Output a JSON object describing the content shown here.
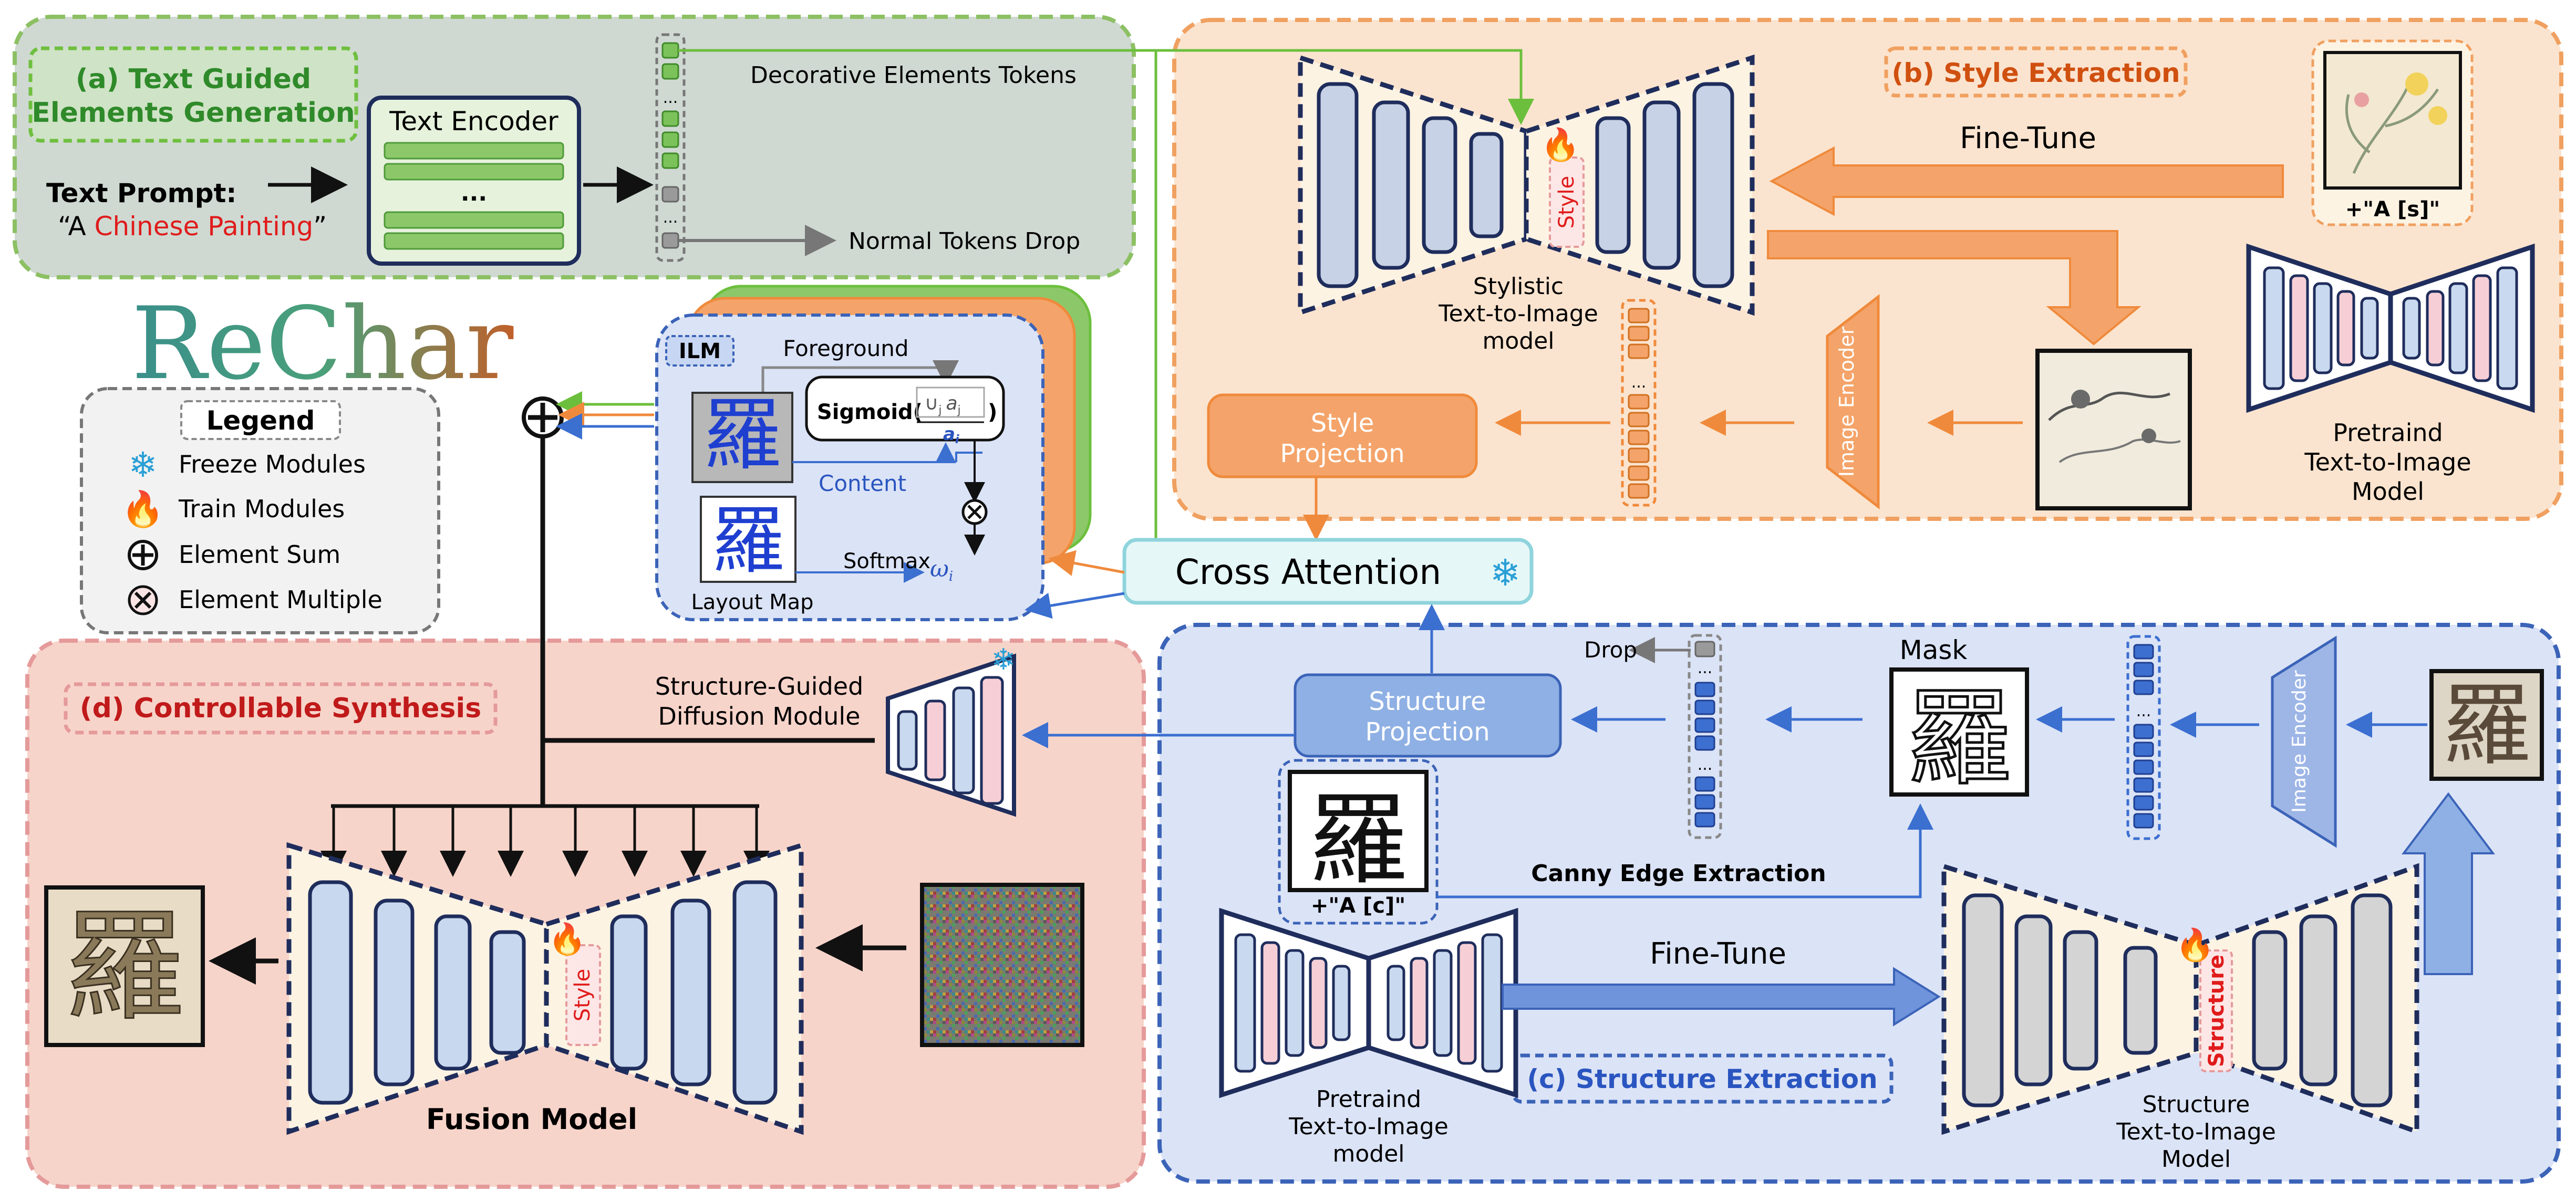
{
  "logo": {
    "text": "ReChar"
  },
  "panel_a": {
    "title_line1": "(a) Text Guided",
    "title_line2": "Elements Generation",
    "text_encoder": "Text Encoder",
    "ellipsis": "...",
    "prompt_label": "Text Prompt:",
    "prompt_open": "“A ",
    "prompt_highlight": "Chinese Painting",
    "prompt_close": "”",
    "decorative_tokens": "Decorative Elements Tokens",
    "normal_drop": "Normal Tokens Drop"
  },
  "panel_b": {
    "title": "(b) Style Extraction",
    "fine_tune": "Fine-Tune",
    "style_token_prompt": "+\"A [s]\"",
    "stylistic_model": [
      "Stylistic",
      "Text-to-Image",
      "model"
    ],
    "style_tag": "Style",
    "image_encoder": "Image Encoder",
    "style_projection": [
      "Style",
      "Projection"
    ],
    "pretrained_model": [
      "Pretraind",
      "Text-to-Image",
      "Model"
    ]
  },
  "cross_attention": "Cross Attention",
  "ilm": {
    "tag": "ILM",
    "foreground": "Foreground",
    "sigmoid": "Sigmoid(",
    "sigmoid_close": ")",
    "union": "∪",
    "union_sub": "j",
    "union_var": "a",
    "union_var_sub": "j",
    "ai": "a",
    "ai_sub": "i",
    "content": "Content",
    "softmax": "Softmax",
    "omega": "ω",
    "omega_sub": "i",
    "layout_map": "Layout Map",
    "char": "羅"
  },
  "legend": {
    "title": "Legend",
    "items": [
      "Freeze Modules",
      "Train Modules",
      "Element Sum",
      "Element Multiple"
    ]
  },
  "panel_d": {
    "title": "(d) Controllable Synthesis",
    "sgdm": [
      "Structure-Guided",
      "Diffusion Module"
    ],
    "fusion_model": "Fusion Model",
    "style_tag": "Style"
  },
  "panel_c": {
    "title": "(c) Structure Extraction",
    "drop": "Drop",
    "mask": "Mask",
    "structure_projection": [
      "Structure",
      "Projection"
    ],
    "image_encoder": "Image Encoder",
    "canny": "Canny Edge Extraction",
    "content_prompt": "+\"A [c]\"",
    "fine_tune": "Fine-Tune",
    "pretrained_model": [
      "Pretraind",
      "Text-to-Image",
      "model"
    ],
    "structure_model": [
      "Structure",
      "Text-to-Image",
      "Model"
    ],
    "structure_tag": "Structure",
    "char": "羅"
  },
  "colors": {
    "green_panel": "#cfd9d2",
    "green_border": "#8cc063",
    "orange_panel": "#fbe4cf",
    "orange_border": "#f0a060",
    "blue_panel": "#dbe3f6",
    "blue_border": "#3b63b8",
    "pink_panel": "#f7d4ca",
    "pink_border": "#e59a9a",
    "navy": "#1f2d5c",
    "unet_blue": "#c9d9ef",
    "unet_pink": "#f6cfd6",
    "token_green": "#7cc25a",
    "token_orange": "#f4a46a",
    "token_blue": "#3d6fd0",
    "red": "#e01b1b"
  }
}
